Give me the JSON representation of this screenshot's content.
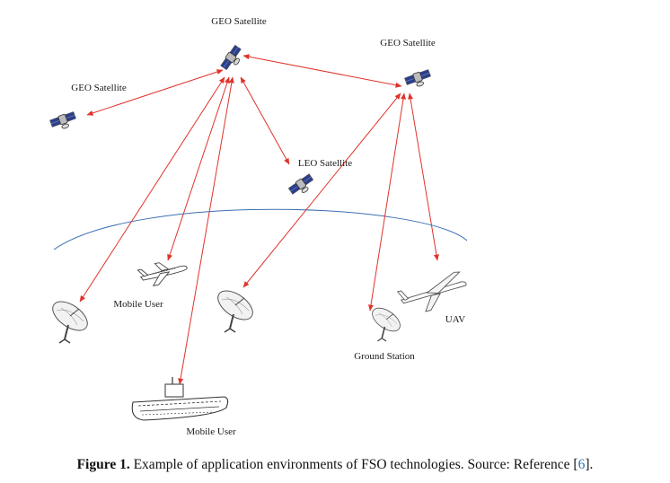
{
  "labels": {
    "geo_top": "GEO Satellite",
    "geo_right": "GEO Satellite",
    "geo_left": "GEO Satellite",
    "leo": "LEO Satellite",
    "mobile_user_plane": "Mobile User",
    "mobile_user_ship": "Mobile User",
    "ground_station": "Ground Station",
    "uav": "UAV"
  },
  "caption": {
    "prefix": "Figure 1.",
    "text": " Example of application environments of FSO technologies. Source: Reference [",
    "ref": "6",
    "suffix": "]."
  },
  "colors": {
    "link": "#e0322b",
    "horizon": "#3b6fb0",
    "panel": "#2b3f8f"
  }
}
